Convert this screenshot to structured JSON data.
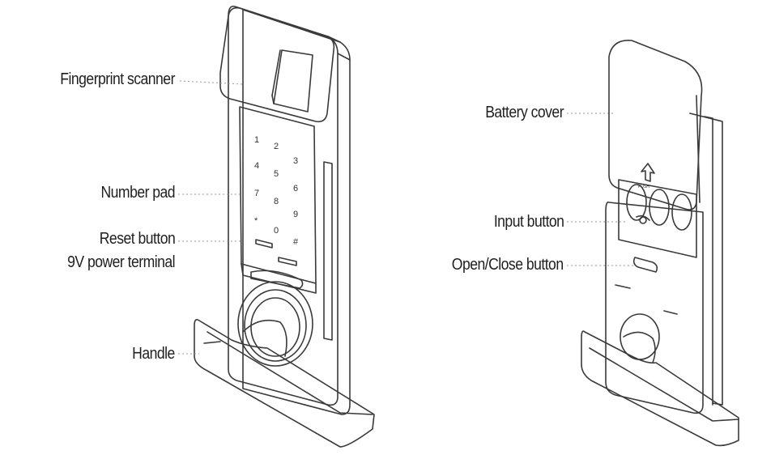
{
  "figure": {
    "front_view": {
      "labels": {
        "fingerprint_scanner": "Fingerprint scanner",
        "number_pad": "Number pad",
        "reset_button": "Reset button",
        "power_terminal": "9V power terminal",
        "handle": "Handle"
      },
      "keypad_keys": [
        "1",
        "2",
        "3",
        "4",
        "5",
        "6",
        "7",
        "8",
        "9",
        "*",
        "0",
        "#"
      ]
    },
    "back_view": {
      "labels": {
        "battery_cover": "Battery cover",
        "input_button": "Input button",
        "open_close_button": "Open/Close button"
      },
      "cover_marking": "PUSH"
    }
  },
  "colors": {
    "line": "#3a3a3a",
    "leader": "#9a9a9a",
    "text": "#1f1f1f"
  }
}
